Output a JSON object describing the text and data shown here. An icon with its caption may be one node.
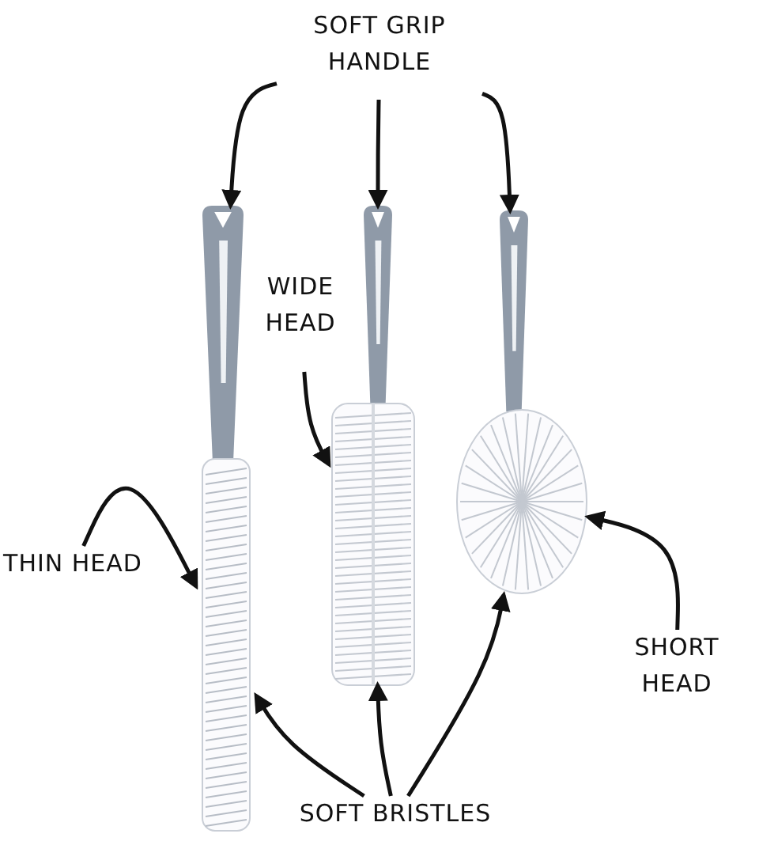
{
  "diagram": {
    "nodes": [
      {
        "text": [
          "SOFT GRIP HANDLE"
        ]
      },
      {
        "text": [],
        "shape": "picture"
      },
      {
        "text": [],
        "shape": "picture"
      },
      {
        "text": [],
        "shape": "picture"
      },
      {
        "text": [
          "WIDE HEAD"
        ]
      },
      {
        "text": [],
        "shape": "picture"
      },
      {
        "text": [
          "THIN HEAD"
        ]
      },
      {
        "text": [],
        "shape": "picture"
      },
      {
        "text": [
          "SHORT HEAD"
        ]
      },
      {
        "text": [],
        "shape": "picture"
      },
      {
        "text": [
          "SOFT BRISTLES"
        ]
      }
    ],
    "edges": [
      {
        "from": 0,
        "to": 1,
        "arrow": "to"
      },
      {
        "from": 0,
        "to": 2,
        "arrow": "to"
      },
      {
        "from": 0,
        "to": 3,
        "arrow": "to"
      },
      {
        "from": 4,
        "to": 5,
        "arrow": "to"
      },
      {
        "from": 6,
        "to": 7,
        "arrow": "to"
      },
      {
        "from": 8,
        "to": 9,
        "arrow": "to"
      },
      {
        "from": 10,
        "to": 7,
        "arrow": "to"
      },
      {
        "from": 10,
        "to": 5,
        "arrow": "to"
      },
      {
        "from": 10,
        "to": 9,
        "arrow": "to"
      }
    ]
  }
}
